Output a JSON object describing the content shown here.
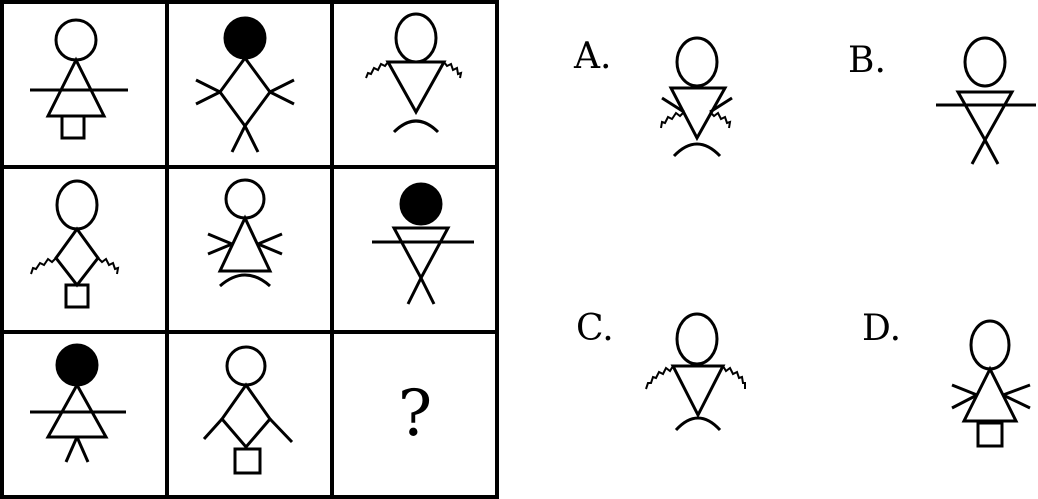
{
  "puzzle": {
    "missing_symbol": "?",
    "options": [
      "A.",
      "B.",
      "C.",
      "D."
    ]
  }
}
